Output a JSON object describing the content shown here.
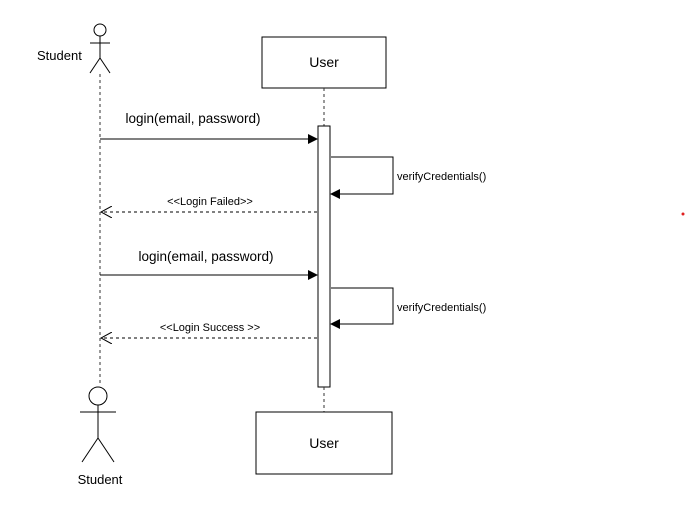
{
  "diagram": {
    "participants": {
      "student_top": "Student",
      "user_top": "User",
      "user_bottom": "User",
      "student_bottom": "Student"
    },
    "messages": [
      {
        "label": "login(email, password)",
        "kind": "sync"
      },
      {
        "label": "verifyCredentials()",
        "kind": "self"
      },
      {
        "label": "<<Login Failed>>",
        "kind": "return"
      },
      {
        "label": "login(email, password)",
        "kind": "sync"
      },
      {
        "label": "verifyCredentials()",
        "kind": "self"
      },
      {
        "label": "<<Login Success >>",
        "kind": "return"
      }
    ],
    "colors": {
      "line": "#000000",
      "lifeline": "#333333",
      "marker_dot": "#e02020"
    }
  }
}
